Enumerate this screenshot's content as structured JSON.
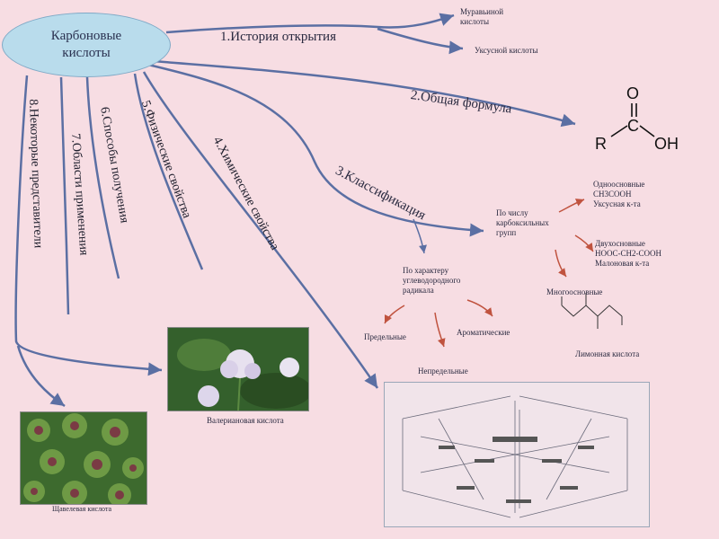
{
  "center": {
    "line1": "Карбоновые",
    "line2": "кислоты"
  },
  "branches": {
    "history": "1.История открытия",
    "formula": "2.Общая формула",
    "classification": "3.Классификация",
    "chemical": "4.Химические свойства",
    "physical": "5.Физические свойства",
    "methods": "6.Способы получения",
    "applications": "7.Области применения",
    "representatives": "8.Некоторые представители"
  },
  "history_items": {
    "formic_line1": "Муравьиной",
    "formic_line2": "кислоты",
    "acetic": "Уксусной кислоты"
  },
  "formula_atoms": {
    "o": "O",
    "c": "C",
    "r": "R",
    "oh": "OH"
  },
  "classification": {
    "by_carboxyl": {
      "line1": "По числу",
      "line2": "карбоксильных",
      "line3": "групп"
    },
    "monobasic": {
      "line1": "Одноосновные",
      "line2": "CH3COOH",
      "line3": "Уксусная к-та"
    },
    "dibasic": {
      "line1": "Двухосновные",
      "line2": "HOOC-CH2-COOH",
      "line3": "Малоновая к-та"
    },
    "polybasic": "Многоосновные",
    "citric": "Лимонная кислота",
    "by_radical": {
      "line1": "По характеру",
      "line2": "углеводородного",
      "line3": "радикала"
    },
    "saturated": "Предельные",
    "aromatic": "Ароматические",
    "unsaturated": "Непредельные"
  },
  "photos": {
    "valeric": "Валериановая кислота",
    "oxalic": "Щавелевая кислота"
  },
  "colors": {
    "background": "#f7dde3",
    "ellipse": "#b9dcec",
    "line": "#5b6fa3",
    "arrow_red": "#c0533f"
  }
}
